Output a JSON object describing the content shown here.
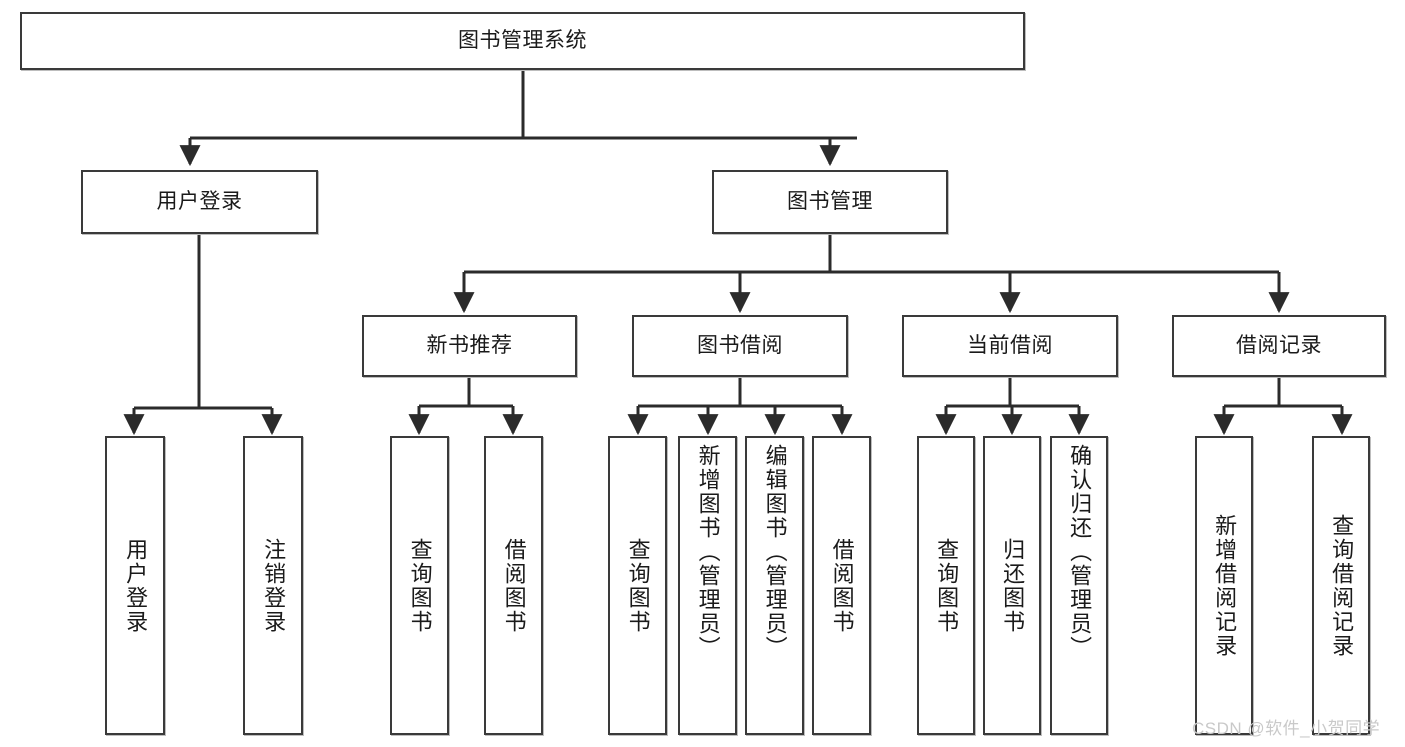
{
  "diagram": {
    "type": "tree",
    "title": "图书管理系统",
    "orientation": "top-down",
    "colors": {
      "box_border": "#3a3a3a",
      "box_fill": "#ffffff",
      "edge": "#2b2b2b",
      "text": "#1a1a1a",
      "watermark": "#c9c9c9"
    },
    "root": {
      "id": "root",
      "label": "图书管理系统"
    },
    "level1": [
      {
        "id": "user-login",
        "label": "用户登录"
      },
      {
        "id": "book-manage",
        "label": "图书管理"
      }
    ],
    "level2": [
      {
        "id": "new-book-rec",
        "label": "新书推荐"
      },
      {
        "id": "book-borrow",
        "label": "图书借阅"
      },
      {
        "id": "current-borrow",
        "label": "当前借阅"
      },
      {
        "id": "borrow-record",
        "label": "借阅记录"
      }
    ],
    "leaves": {
      "user_login": [
        {
          "id": "leaf-user-login",
          "label": "用户登录"
        },
        {
          "id": "leaf-logout",
          "label": "注销登录"
        }
      ],
      "new_book_rec": [
        {
          "id": "leaf-query-book-1",
          "label": "查询图书"
        },
        {
          "id": "leaf-borrow-book-1",
          "label": "借阅图书"
        }
      ],
      "book_borrow": [
        {
          "id": "leaf-query-book-2",
          "label": "查询图书"
        },
        {
          "id": "leaf-add-book",
          "label": "新增图书（管理员）"
        },
        {
          "id": "leaf-edit-book",
          "label": "编辑图书（管理员）"
        },
        {
          "id": "leaf-borrow-book-2",
          "label": "借阅图书"
        }
      ],
      "current_borrow": [
        {
          "id": "leaf-query-book-3",
          "label": "查询图书"
        },
        {
          "id": "leaf-return-book",
          "label": "归还图书"
        },
        {
          "id": "leaf-confirm-return",
          "label": "确认归还（管理员）"
        }
      ],
      "borrow_record": [
        {
          "id": "leaf-add-record",
          "label": "新增借阅记录"
        },
        {
          "id": "leaf-query-record",
          "label": "查询借阅记录"
        }
      ]
    }
  },
  "watermark": {
    "text": "CSDN @软件_小贺同学"
  }
}
